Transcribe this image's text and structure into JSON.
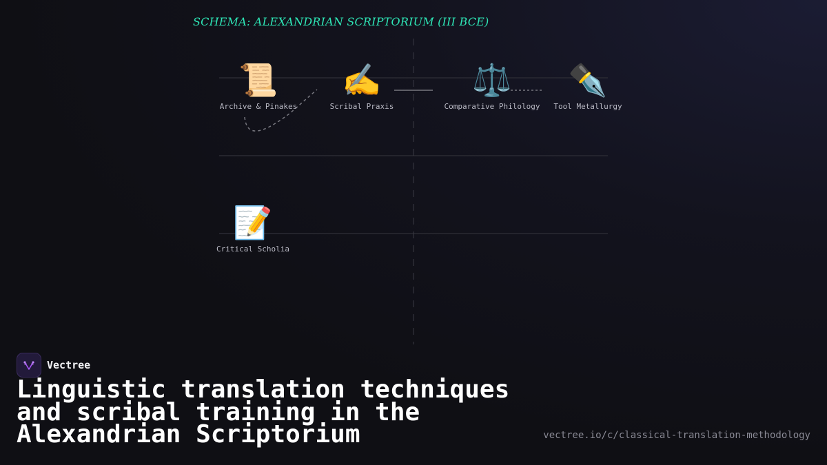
{
  "diagram": {
    "title": "SCHEMA: ALEXANDRIAN SCRIPTORIUM (III BCE)",
    "nodes": [
      {
        "id": "archive",
        "label": "Archive & Pinakes",
        "icon": "scroll-icon",
        "glyph": "📜"
      },
      {
        "id": "scribal",
        "label": "Scribal Praxis",
        "icon": "writing-hand-icon",
        "glyph": "✍️"
      },
      {
        "id": "philology",
        "label": "Comparative Philology",
        "icon": "scales-icon",
        "glyph": "⚖️"
      },
      {
        "id": "metallurgy",
        "label": "Tool Metallurgy",
        "icon": "pen-nib-icon",
        "glyph": "✒️"
      },
      {
        "id": "scholia",
        "label": "Critical Scholia",
        "icon": "memo-icon",
        "glyph": "📝"
      }
    ],
    "edges": [
      {
        "from": "archive",
        "to": "scribal",
        "style": "dashed"
      },
      {
        "from": "scribal",
        "to": "philology",
        "style": "solid"
      },
      {
        "from": "philology",
        "to": "metallurgy",
        "style": "dotted"
      }
    ]
  },
  "brand": {
    "name": "Vectree",
    "logo_icon": "vectree-logo-icon",
    "accent": "#a855f7"
  },
  "headline": "Linguistic translation techniques and scribal training in the Alexandrian Scriptorium",
  "url": "vectree.io/c/classical-translation-methodology",
  "colors": {
    "title": "#2ee6b6",
    "background": "#0f0f14",
    "label": "#b9b9c4"
  }
}
